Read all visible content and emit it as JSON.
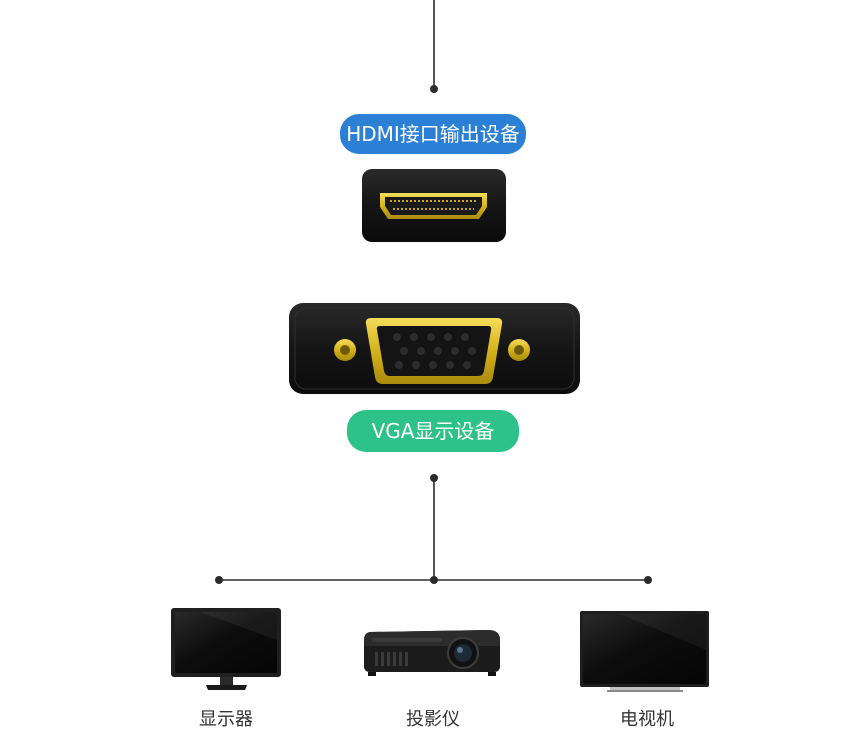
{
  "colors": {
    "line": "#2b2b2b",
    "hdmi_pill": "#2b7fd4",
    "vga_pill": "#2cc28a",
    "gold": "#d4b21a",
    "adapter_body": "#1b1b1b"
  },
  "hdmi": {
    "label": "HDMI接口输出设备",
    "icon": "hdmi-port-icon"
  },
  "vga": {
    "label": "VGA显示设备",
    "icon": "vga-port-icon"
  },
  "devices": [
    {
      "label": "显示器",
      "icon": "monitor-icon"
    },
    {
      "label": "投影仪",
      "icon": "projector-icon"
    },
    {
      "label": "电视机",
      "icon": "tv-icon"
    }
  ]
}
